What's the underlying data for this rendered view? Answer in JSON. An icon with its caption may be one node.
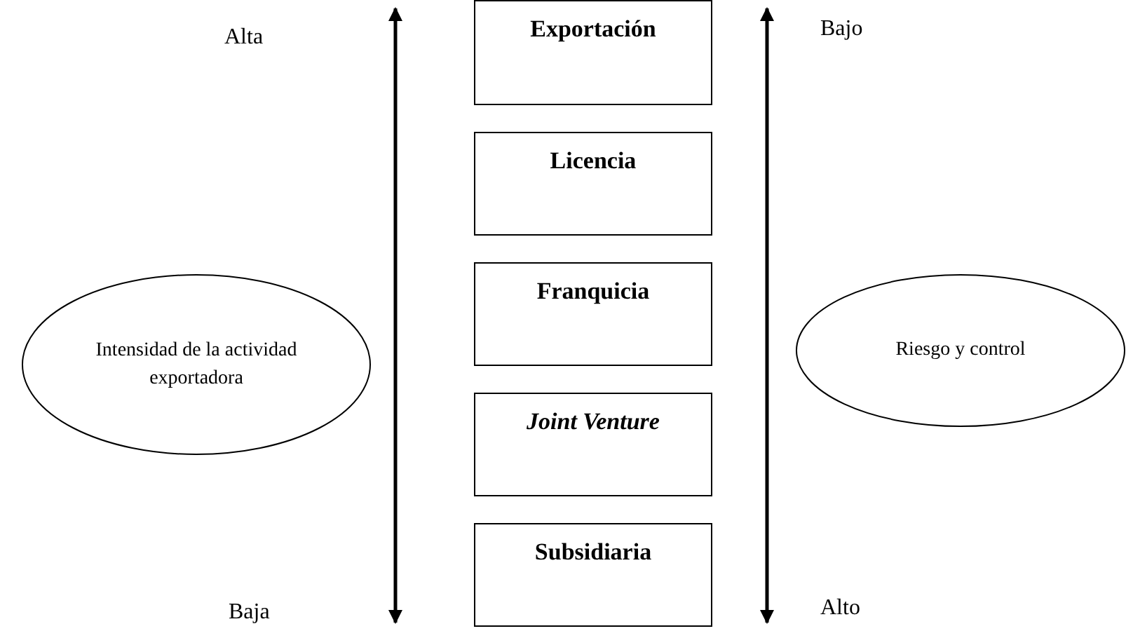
{
  "diagram": {
    "nodes": [
      {
        "text": [
          "Exportación"
        ]
      },
      {
        "text": [
          "Licencia"
        ]
      },
      {
        "text": [
          "Franquicia"
        ]
      },
      {
        "text": [
          "Joint Venture"
        ]
      },
      {
        "text": [
          "Subsidiaria"
        ]
      },
      {
        "text": [
          "Intensidad de la actividad exportadora"
        ]
      },
      {
        "text": [
          "Riesgo y control"
        ]
      }
    ],
    "labels": [
      "Alta",
      "Bajo",
      "Baja",
      "Alto"
    ]
  }
}
